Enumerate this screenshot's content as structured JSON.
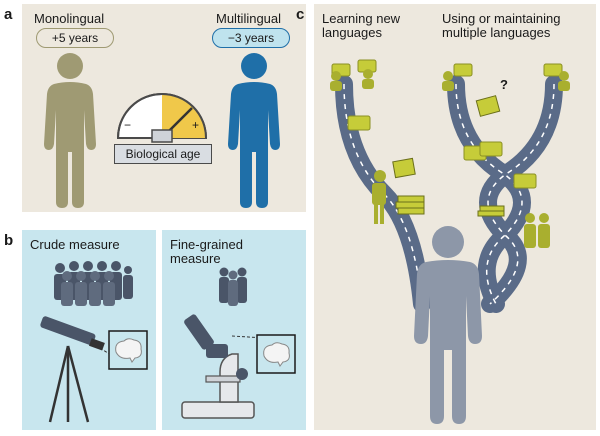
{
  "panel_a": {
    "letter": "a",
    "mono_label": "Monolingual",
    "mono_years": "+5 years",
    "multi_label": "Multilingual",
    "multi_years": "−3 years",
    "gauge_minus": "−",
    "gauge_plus": "+",
    "gauge_caption": "Biological age"
  },
  "panel_b": {
    "letter": "b",
    "crude_label": "Crude measure",
    "fine_label_line1": "Fine-grained",
    "fine_label_line2": "measure"
  },
  "panel_c": {
    "letter": "c",
    "learning_line1": "Learning new",
    "learning_line2": "languages",
    "using_line1": "Using or maintaining",
    "using_line2": "multiple languages",
    "question_mark": "?"
  },
  "colors": {
    "beige_panel": "#ede8de",
    "blue_panel": "#c8e6ee",
    "olive_figure": "#9f9a73",
    "blue_figure": "#1f6fa8",
    "road": "#5a6b88",
    "yellow_green": "#c6cc39",
    "grey_figure": "#8d97a8"
  }
}
